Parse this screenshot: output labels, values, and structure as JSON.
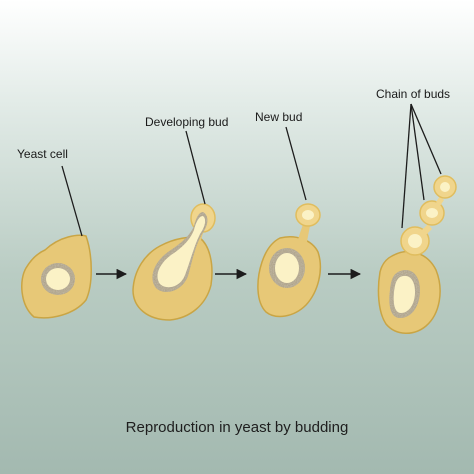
{
  "labels": {
    "yeast_cell": "Yeast cell",
    "developing_bud": "Developing bud",
    "new_bud": "New bud",
    "chain_of_buds": "Chain of buds"
  },
  "caption": "Reproduction in yeast by budding",
  "colors": {
    "cell_fill": "#e7c877",
    "cell_edge": "#c9a545",
    "bud_fill": "#f0d58c",
    "nucleus_fill": "#fbf2c6",
    "nucleus_speckle": "#9a8f7c",
    "arrow": "#1c1c1c",
    "pointer_line": "#1c1c1c"
  }
}
